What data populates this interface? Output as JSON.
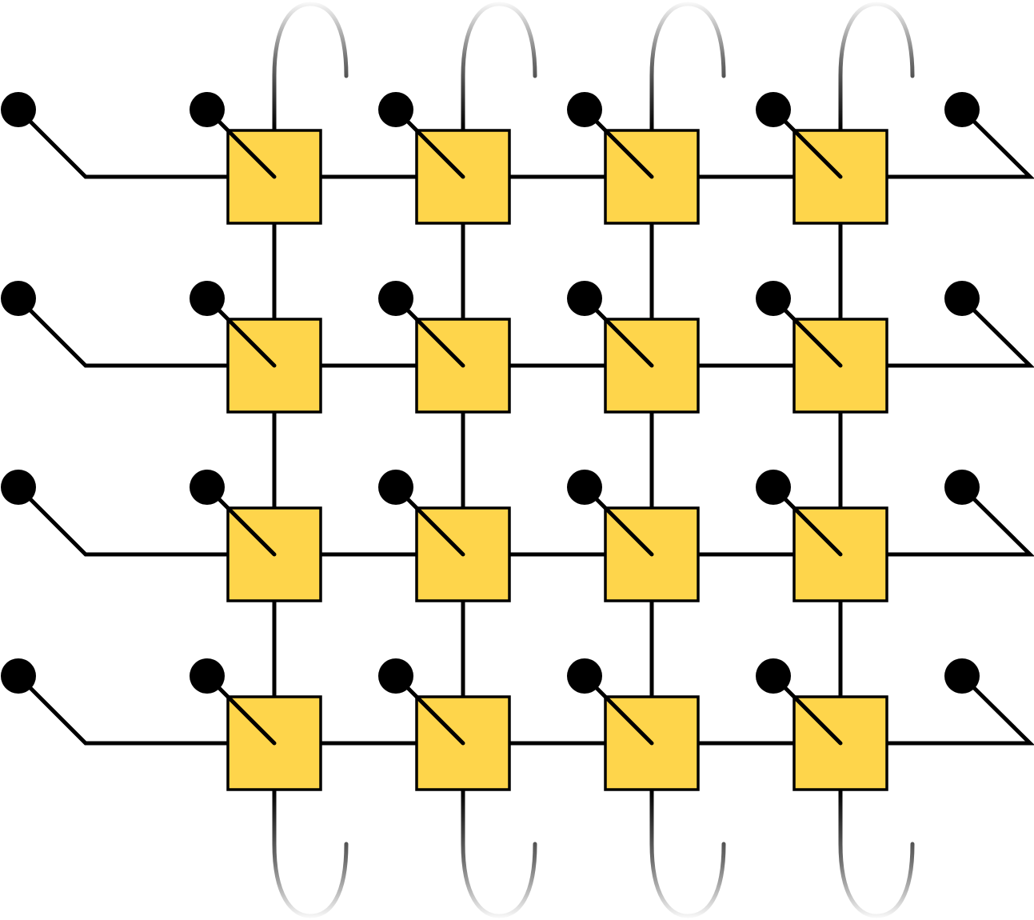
{
  "diagram": {
    "type": "mesh-network",
    "rows": 4,
    "columns": 4,
    "terminals_per_row": 6,
    "vertical_wraparound": true,
    "colors": {
      "node_fill": "#FED54B",
      "stroke": "#000000",
      "terminal": "#000000",
      "background": "#ffffff",
      "loop_fade": "#ffffff"
    },
    "icons": {
      "node": "router-node-icon",
      "terminal": "endpoint-dot-icon"
    }
  }
}
